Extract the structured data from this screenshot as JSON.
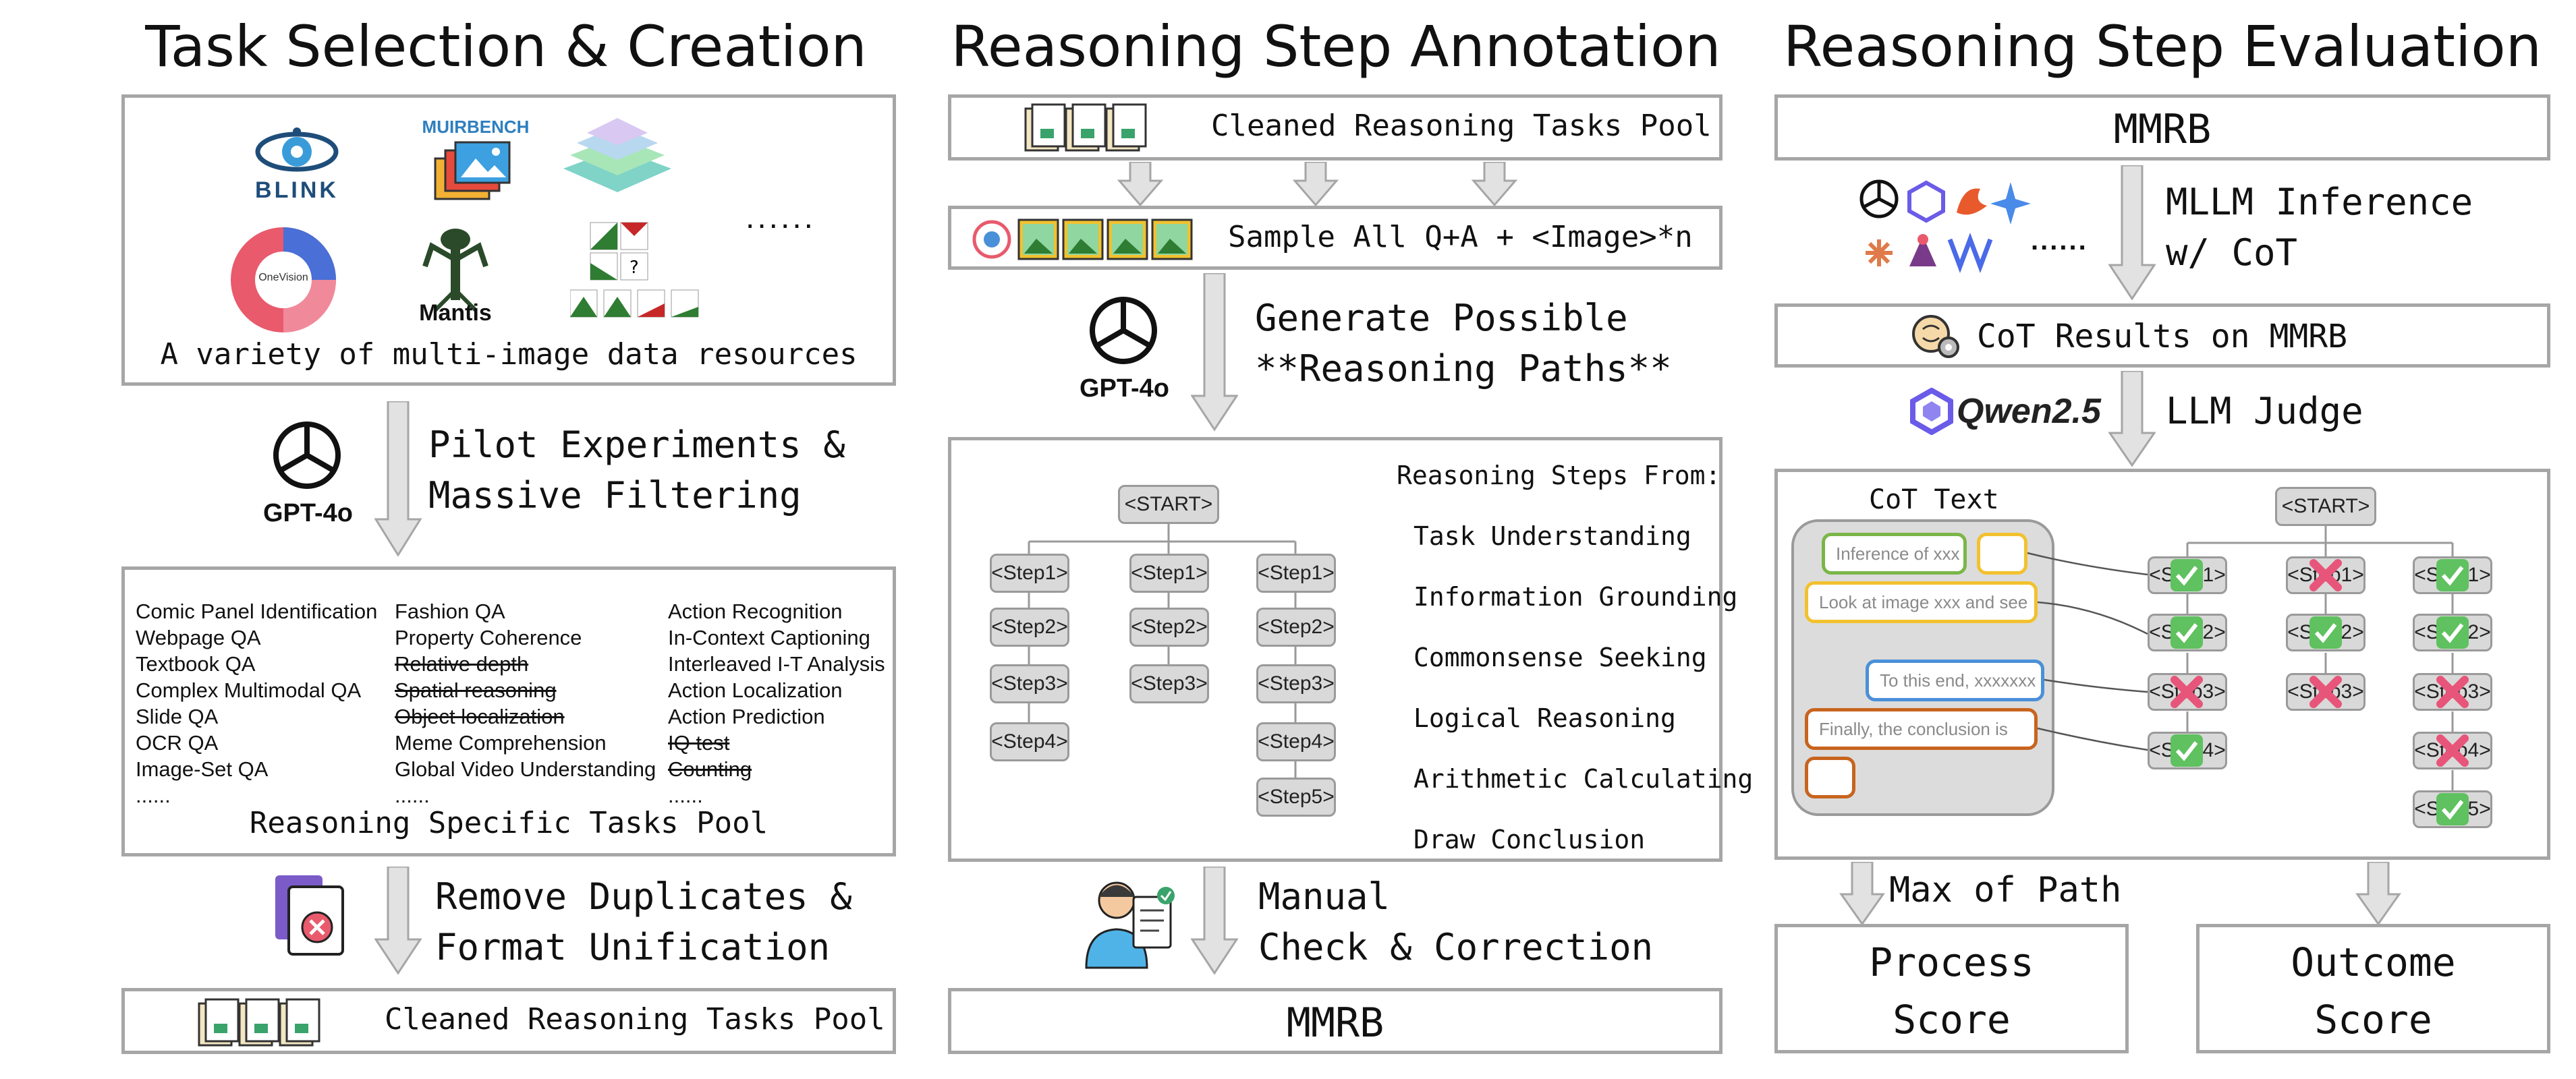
{
  "col1": {
    "title": "Task Selection & Creation",
    "resources_caption": "A variety of multi-image data resources",
    "logos": {
      "blink": "BLINK",
      "muirbench": "MUIRBENCH",
      "onevision": "OneVision",
      "mantis": "Mantis",
      "ellipsis": "......"
    },
    "step1_model": "GPT-4o",
    "step1_l1": "Pilot Experiments &",
    "step1_l2": "Massive Filtering",
    "tasks_col1": [
      "Comic Panel Identification",
      "Webpage QA",
      "Textbook QA",
      "Complex Multimodal QA",
      "Slide QA",
      "OCR QA",
      "Image-Set QA",
      "......"
    ],
    "tasks_col2": [
      "Fashion QA",
      "Property Coherence",
      "Relative depth",
      "Spatial reasoning",
      "Object localization",
      "Meme Comprehension",
      "Global Video Understanding",
      "......"
    ],
    "tasks_col3": [
      "Action Recognition",
      "In-Context Captioning",
      "Interleaved I-T Analysis",
      "Action Localization",
      "Action Prediction",
      "IQ test",
      "Counting",
      "......"
    ],
    "tasks_caption": "Reasoning Specific Tasks Pool",
    "step2_l1": "Remove Duplicates &",
    "step2_l2": "Format Unification",
    "bottom": "Cleaned Reasoning Tasks Pool"
  },
  "col2": {
    "title": "Reasoning Step Annotation",
    "top": "Cleaned Reasoning Tasks Pool",
    "sample": "Sample All Q+A + <Image>*n",
    "model": "GPT-4o",
    "gen_l1": "Generate Possible",
    "gen_l2": "**Reasoning Paths**",
    "tree_start": "<START>",
    "tree_cols": [
      [
        "<Step1>",
        "<Step2>",
        "<Step3>",
        "<Step4>"
      ],
      [
        "<Step1>",
        "<Step2>",
        "<Step3>"
      ],
      [
        "<Step1>",
        "<Step2>",
        "<Step3>",
        "<Step4>",
        "<Step5>"
      ]
    ],
    "steps_header": "Reasoning Steps From:",
    "steps_list": [
      "Task Understanding",
      "Information Grounding",
      "Commonsense Seeking",
      "Logical Reasoning",
      "Arithmetic Calculating",
      "Draw Conclusion"
    ],
    "check_l1": "Manual",
    "check_l2": "Check & Correction",
    "bottom": "MMRB"
  },
  "col3": {
    "title": "Reasoning Step Evaluation",
    "top": "MMRB",
    "infer_l1": "MLLM Inference",
    "infer_l2": "w/ CoT",
    "more": "......",
    "cot_results": "CoT Results on MMRB",
    "judge_model": "Qwen2.5",
    "judge_label": "LLM Judge",
    "cot_title": "CoT Text",
    "bubbles": [
      "Inference of xxx",
      "Look at image xxx and see",
      "To this end, xxxxxxx",
      "Finally, the conclusion is"
    ],
    "eval_start": "<START>",
    "eval_cols": [
      [
        "<Step1>",
        "<Step2>",
        "<Step3>",
        "<Step4>"
      ],
      [
        "<Step1>",
        "<Step2>",
        "<Step3>"
      ],
      [
        "<Step1>",
        "<Step2>",
        "<Step3>",
        "<Step4>",
        "<Step5>"
      ]
    ],
    "max_path": "Max of Path",
    "process_l1": "Process",
    "process_l2": "Score",
    "outcome_l1": "Outcome",
    "outcome_l2": "Score"
  },
  "colors": {
    "border": "#a6a6a6",
    "node": "#d9d9d9",
    "green": "#5fc15f",
    "red": "#e8557a",
    "bubble_green": "#7ab648",
    "bubble_yellow": "#f2c12e",
    "bubble_blue": "#4a90d9",
    "bubble_orange": "#c8641e"
  }
}
